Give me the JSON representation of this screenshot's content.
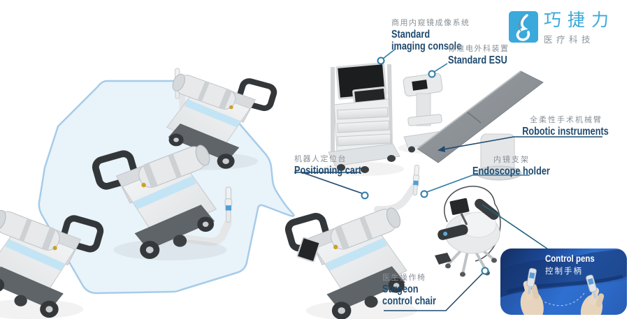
{
  "logo": {
    "brand": "巧捷力",
    "subtitle": "医疗科技",
    "icon": "hand-curve-icon",
    "accent_color": "#3aa9dc",
    "subtitle_color": "#8e959b"
  },
  "labels": {
    "imaging_console": {
      "zh": "商用内窥镜成像系统",
      "en_line1": "Standard",
      "en_line2": "imaging console"
    },
    "esu": {
      "zh": "标准电外科装置",
      "en": "Standard ESU"
    },
    "robotic_instruments": {
      "zh": "全柔性手术机械臂",
      "en": "Robotic instruments"
    },
    "endoscope_holder": {
      "zh": "内镜支架",
      "en": "Endoscope holder"
    },
    "positioning_cart": {
      "zh": "机器人定位台",
      "en": "Positioning cart"
    },
    "surgeon_chair": {
      "zh": "医生操作椅",
      "en_line1": "Surgeon",
      "en_line2": "control chair"
    },
    "control_pens": {
      "en": "Control pens",
      "zh": "控制手柄"
    }
  },
  "colors": {
    "label_english": "#1f4a6e",
    "label_chinese": "#8a9096",
    "leader_line": "#2e7ca8",
    "blob_fill": "#e9f3fa",
    "blob_stroke": "#a6cce8",
    "inset_blue": "#2a62be",
    "cart_body": "#eceeef",
    "cart_dark": "#34383b",
    "table_gray": "#8f9499",
    "accent_strip": "#c3e4f4"
  }
}
